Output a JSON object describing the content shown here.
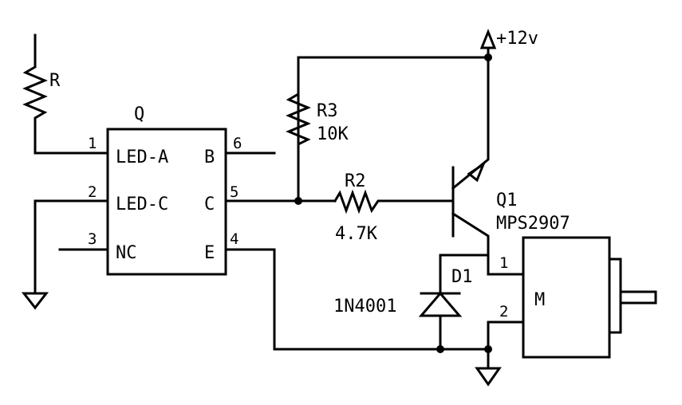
{
  "opto": {
    "ref": "Q",
    "pins": [
      {
        "num": "1",
        "name": "LED-A"
      },
      {
        "num": "2",
        "name": "LED-C"
      },
      {
        "num": "3",
        "name": "NC"
      },
      {
        "num": "6",
        "name": "B"
      },
      {
        "num": "5",
        "name": "C"
      },
      {
        "num": "4",
        "name": "E"
      }
    ]
  },
  "resistors": {
    "r": {
      "ref": "R"
    },
    "r3": {
      "ref": "R3",
      "value": "10K"
    },
    "r2": {
      "ref": "R2",
      "value": "4.7K"
    }
  },
  "supply": {
    "label": "+12v"
  },
  "transistor": {
    "ref": "Q1",
    "part": "MPS2907"
  },
  "diode": {
    "ref": "D1",
    "part": "1N4001"
  },
  "motor": {
    "label": "M",
    "pin1": "1",
    "pin2": "2"
  },
  "colors": {
    "ink": "#000000",
    "background": "#ffffff"
  }
}
